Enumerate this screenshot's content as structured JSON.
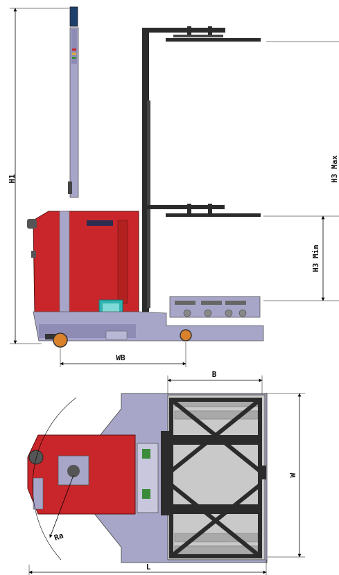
{
  "labels": {
    "h1": "H1",
    "h3_max": "H3 Max",
    "h3_min": "H3 Min",
    "wb": "WB",
    "b": "B",
    "w": "W",
    "ra": "Ra",
    "l": "L"
  },
  "colors": {
    "chassis_red": "#c8262a",
    "frame_lavender": "#a7a6c9",
    "frame_lavender_dark": "#8e8cb5",
    "mast_dark": "#2b2b2b",
    "screen_teal": "#2fb3b0",
    "wheel_orange": "#d9822b",
    "dimension_line": "#000000"
  }
}
